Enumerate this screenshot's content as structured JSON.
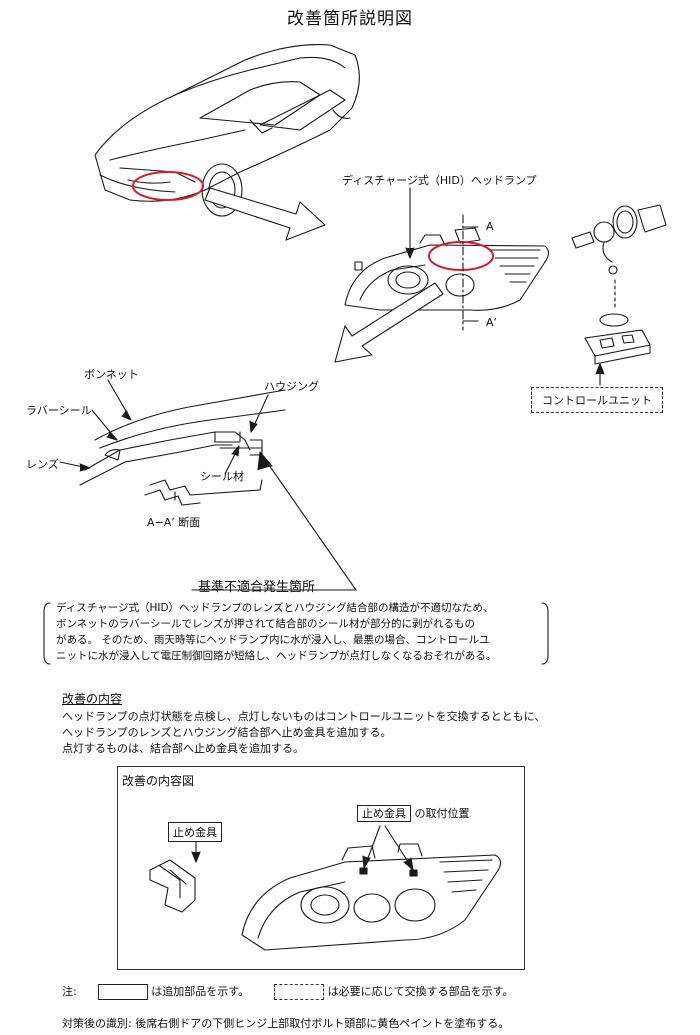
{
  "title": "改善箇所説明図",
  "labels": {
    "hid_headlamp": "ディスチャージ式（HID）ヘッドランプ",
    "section_a": "A",
    "section_a_prime": "A’",
    "control_unit": "コントロールユニット",
    "bonnet": "ボンネット",
    "housing": "ハウジング",
    "rubber_seal": "ラバーシール",
    "lens": "レンズ",
    "seal_material": "シール材",
    "section_view": "A−A’ 断面"
  },
  "defect": {
    "title": "基準不適合発生箇所",
    "lines": [
      "ディスチャージ式（HID）ヘッドランプのレンズとハウジング結合部の構造が不適切なため、",
      "ボンネットのラバーシールでレンズが押されて結合部のシール材が部分的に剥がれるもの",
      "がある。 そのため、雨天時等にヘッドランプ内に水が浸入し、最悪の場合、コントロールユ",
      "ニットに水が浸入して電圧制御回路が短絡し、ヘッドランプが点灯しなくなるおそれがある。"
    ]
  },
  "improvement": {
    "heading": "改善の内容",
    "lines": [
      "ヘッドランプの点灯状態を点検し、点灯しないものはコントロールユニットを交換するとともに、",
      "ヘッドランプのレンズとハウジング結合部へ止め金具を追加する。",
      "点灯するものは、結合部へ止め金具を追加する。"
    ],
    "figure_title": "改善の内容図",
    "stopper_label": "止め金具",
    "stopper_position_label": "止め金具",
    "stopper_position_suffix": "の取付位置"
  },
  "footer": {
    "note_prefix": "注:",
    "note_added": "は追加部品を示す。",
    "note_replaced": "は必要に応じて交換する部品を示す。",
    "identification": "対策後の識別: 後席右側ドアの下側ヒンジ上部取付ボルト頭部に黄色ペイントを塗布する。"
  },
  "colors": {
    "highlight": "#e0182d",
    "line": "#1a1a1a"
  }
}
